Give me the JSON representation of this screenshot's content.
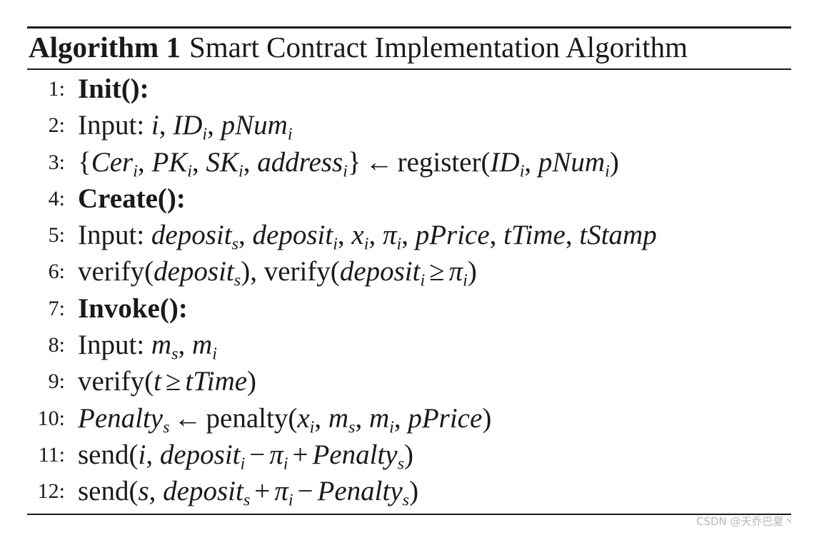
{
  "algorithm": {
    "label": "Algorithm 1",
    "title": "Smart Contract Implementation Algorithm",
    "lines": [
      {
        "num": "1:",
        "text": "Init():"
      },
      {
        "num": "2:",
        "text": "Input: i, IDi, pNumi"
      },
      {
        "num": "3:",
        "text": "{Ceri, PKi, SKi, addressi} ← register(IDi, pNumi)"
      },
      {
        "num": "4:",
        "text": "Create():"
      },
      {
        "num": "5:",
        "text": "Input: deposits, depositi, xi, πi, pPrice, tTime, tStamp"
      },
      {
        "num": "6:",
        "text": "verify(deposits), verify(depositi ≥ πi)"
      },
      {
        "num": "7:",
        "text": "Invoke():"
      },
      {
        "num": "8:",
        "text": "Input: ms, mi"
      },
      {
        "num": "9:",
        "text": "verify(t ≥ tTime)"
      },
      {
        "num": "10:",
        "text": "Penaltys ← penalty(xi, ms, mi, pPrice)"
      },
      {
        "num": "11:",
        "text": "send(i, depositi − πi + Penaltys)"
      },
      {
        "num": "12:",
        "text": "send(s, deposits + πi − Penaltys)"
      }
    ]
  },
  "watermark": "CSDN @天乔巴夏丶"
}
